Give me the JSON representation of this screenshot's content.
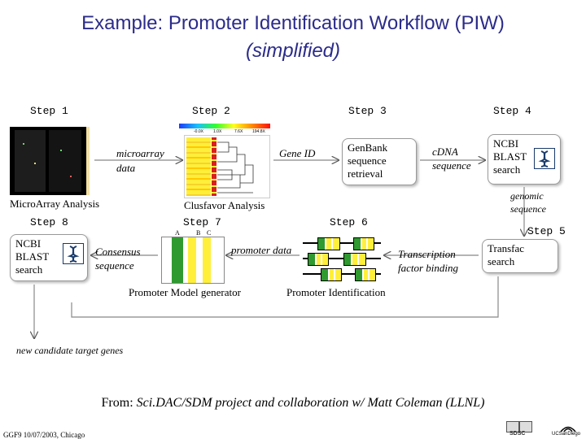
{
  "title": {
    "line1": "Example: Promoter Identification Workflow (PIW)",
    "line2": "(simplified)"
  },
  "steps": {
    "s1": "Step 1",
    "s2": "Step 2",
    "s3": "Step 3",
    "s4": "Step 4",
    "s5": "Step 5",
    "s6": "Step 6",
    "s7": "Step 7",
    "s8": "Step 8"
  },
  "nodes": {
    "microarray_analysis": "MicroArray Analysis",
    "clusfavor_analysis": "Clusfavor Analysis",
    "genbank": [
      "GenBank",
      "sequence",
      "retrieval"
    ],
    "ncbi_blast_top": [
      "NCBI",
      "BLAST",
      "search"
    ],
    "transfac": [
      "Transfac",
      "search"
    ],
    "ncbi_blast_bottom": [
      "NCBI",
      "BLAST",
      "search"
    ],
    "promoter_model_generator": "Promoter Model generator",
    "promoter_identification": "Promoter Identification"
  },
  "edges": {
    "microarray_data": [
      "microarray",
      "data"
    ],
    "gene_id": "Gene ID",
    "cdna_sequence": [
      "cDNA",
      "sequence"
    ],
    "genomic_sequence": [
      "genomic",
      "sequence"
    ],
    "transcription_factor_binding": [
      "Transcription",
      "factor binding"
    ],
    "promoter_data": "promoter data",
    "consensus_sequence": [
      "Consensus",
      "sequence"
    ],
    "new_candidate": "new candidate target genes"
  },
  "heatmap_scale": [
    "-0.0X",
    "1.0X",
    "7.6X",
    "194.8X"
  ],
  "columns_abc": [
    "A",
    "B",
    "C"
  ],
  "from": {
    "prefix": "From:",
    "text": "Sci.DAC/SDM project and collaboration w/ Matt Coleman (LLNL)"
  },
  "footer": {
    "left": "GGF9 10/07/2003, Chicago",
    "sdsc": "SDSC",
    "ucsd": "UCSanDiego"
  },
  "colors": {
    "title": "#2b2b8a",
    "heatmap_yellow": "#ffef3a",
    "heatmap_red": "#d81f1f",
    "green": "#2f9a2f"
  }
}
